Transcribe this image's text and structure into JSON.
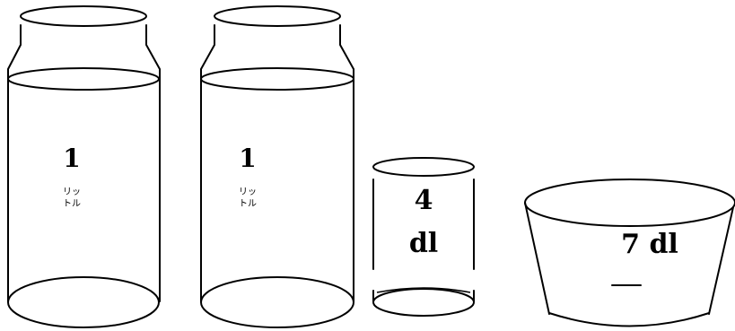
{
  "containers": [
    {
      "name": "bottle-1",
      "value": "1",
      "unit_top": "リッ",
      "unit_bottom": "トル"
    },
    {
      "name": "bottle-2",
      "value": "1",
      "unit_top": "リッ",
      "unit_bottom": "トル"
    },
    {
      "name": "cup",
      "value": "4",
      "unit": "dl"
    },
    {
      "name": "bowl",
      "label": "7 dl"
    }
  ]
}
